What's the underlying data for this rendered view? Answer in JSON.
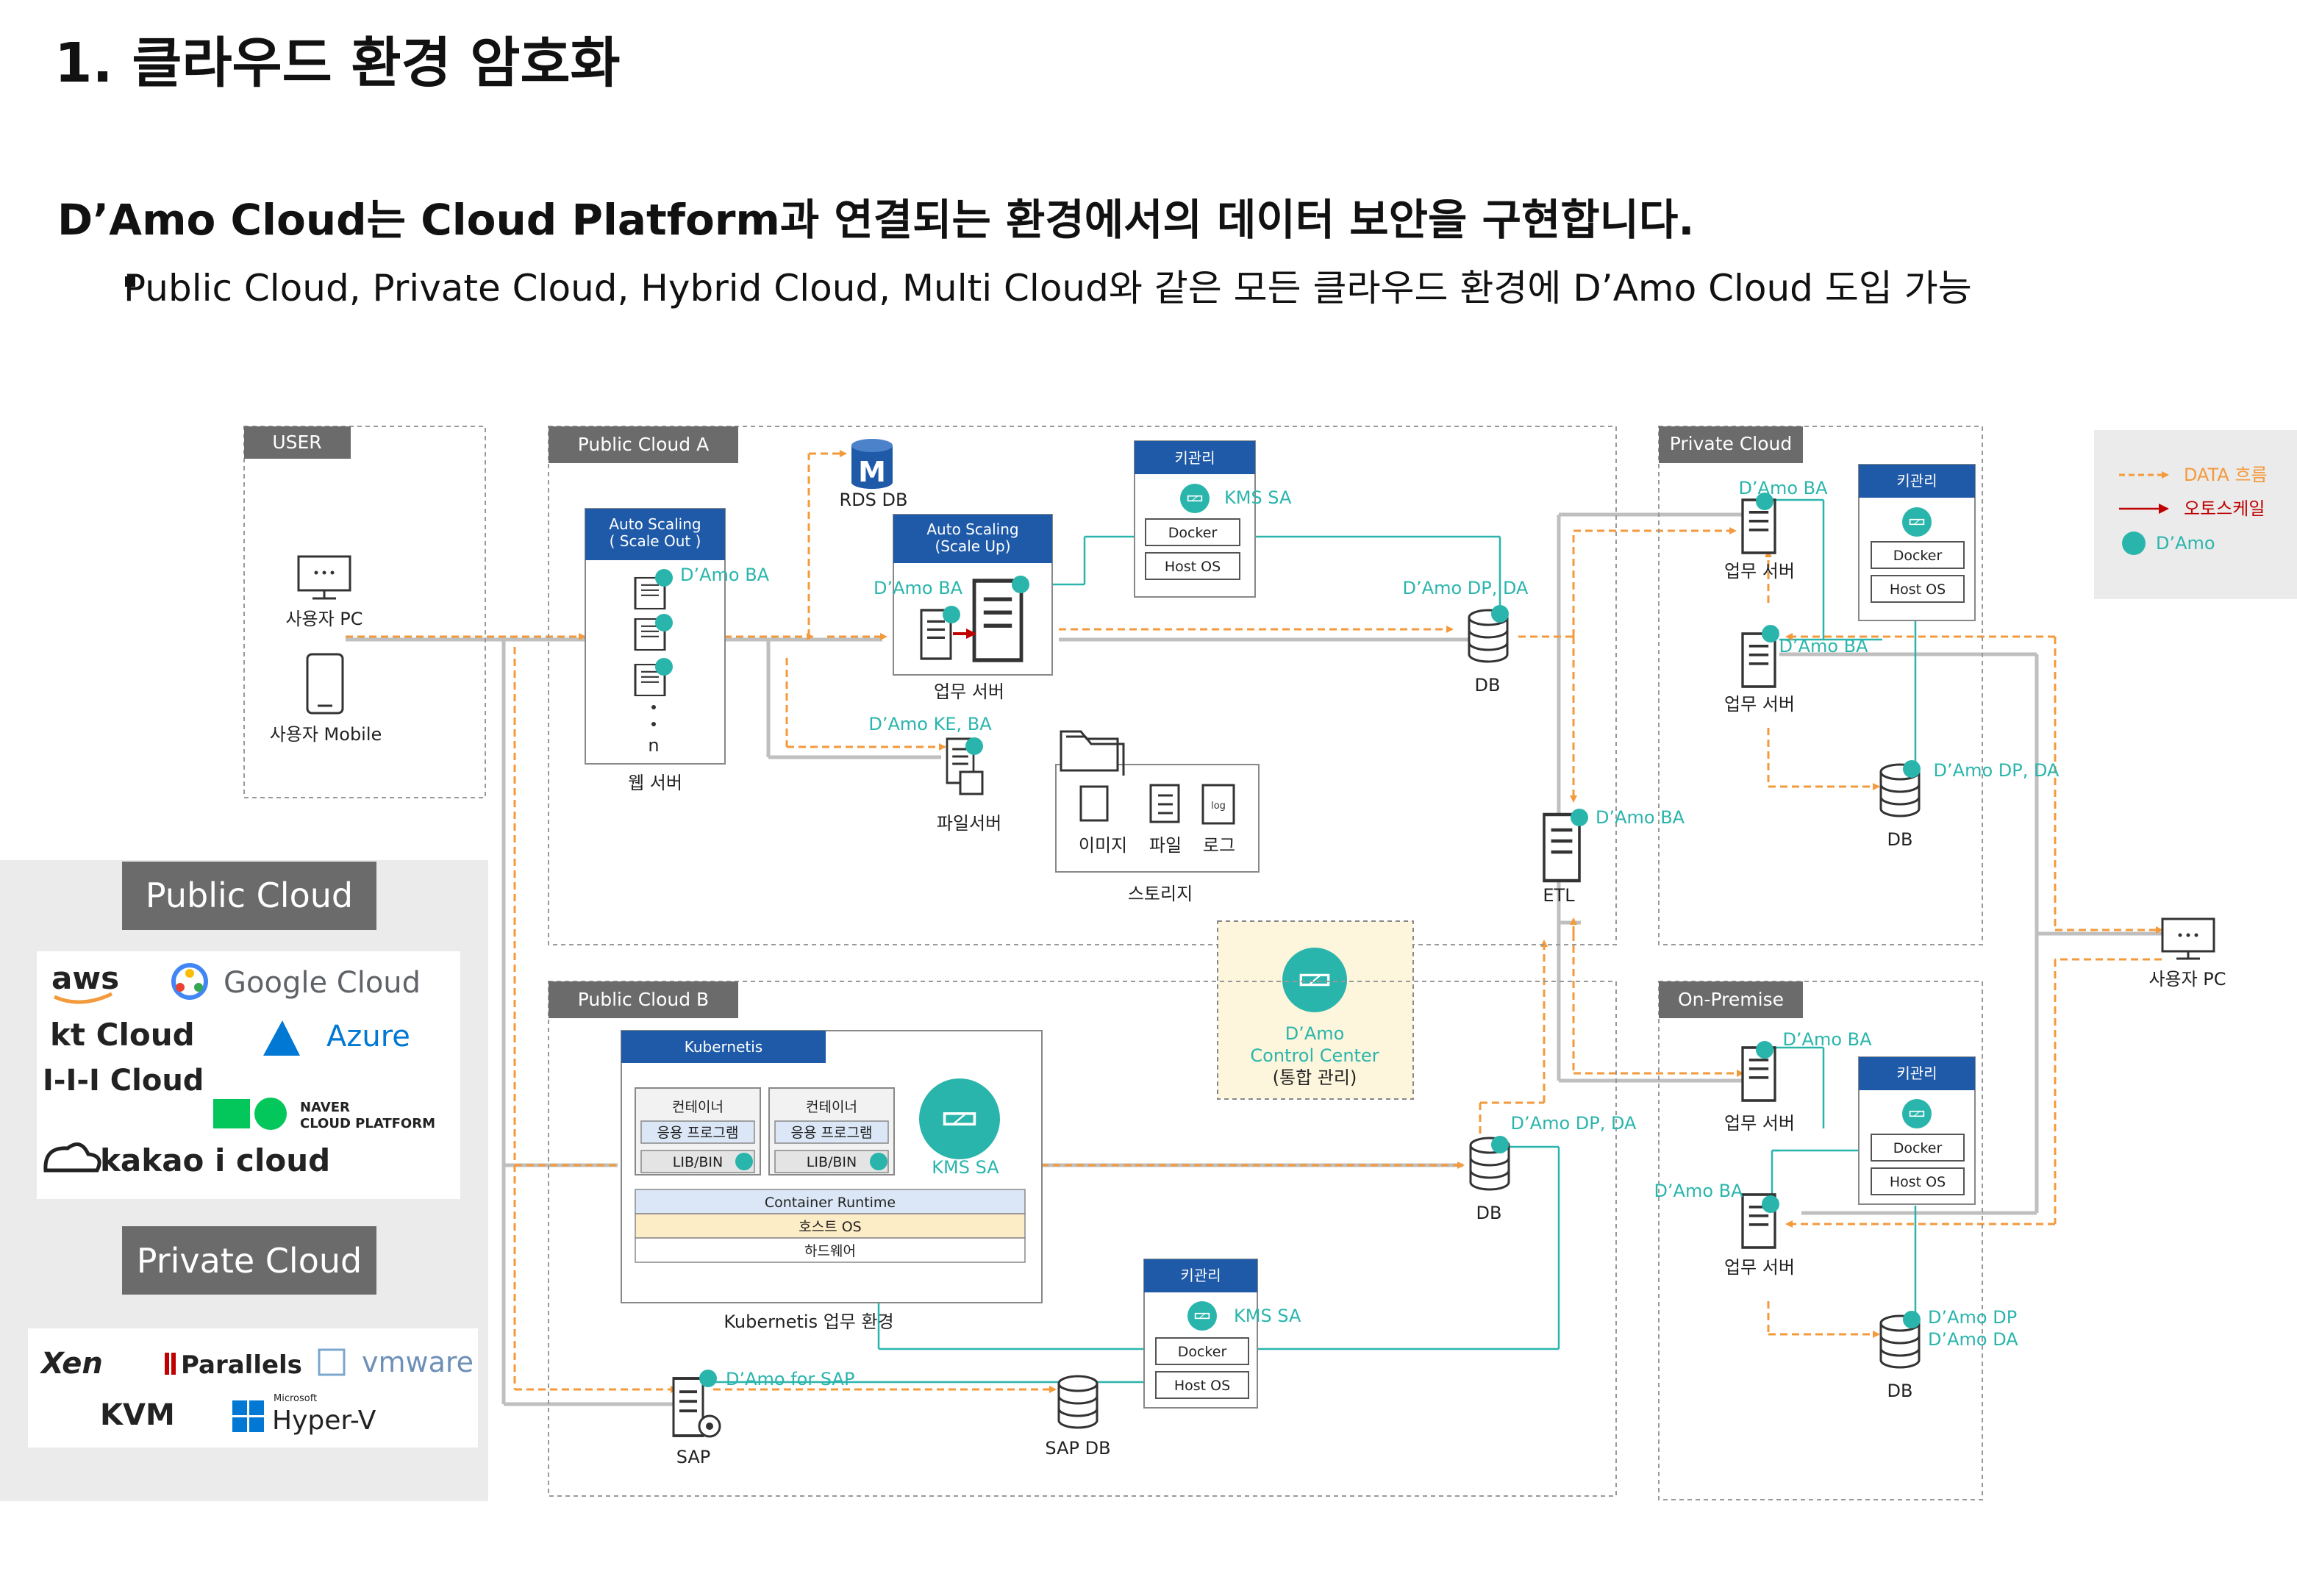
{
  "page": {
    "title": "1. 클라우드 환경 암호화",
    "headline": "D’Amo Cloud는 Cloud Platform과 연결되는 환경에서의 데이터 보안을 구현합니다.",
    "bullet": "Public Cloud, Private Cloud, Hybrid Cloud, Multi Cloud와 같은 모든 클라우드 환경에 D’Amo Cloud 도입 가능"
  },
  "colors": {
    "data_flow": "#f39a3c",
    "autoscale": "#c00000",
    "damo": "#2ab5ac",
    "header_gray": "#6b6b6b",
    "header_blue": "#1f5aa8",
    "line_gray": "#bfbfbf",
    "control_center_bg": "#fdf5dc"
  },
  "legend": {
    "data_flow": "DATA 흐름",
    "autoscale": "오토스케일",
    "damo": "D’Amo"
  },
  "user": {
    "header": "USER",
    "pc": "사용자 PC",
    "mobile": "사용자 Mobile",
    "pc_icon": "monitor-icon",
    "mobile_icon": "phone-icon"
  },
  "public_a": {
    "header": "Public Cloud A",
    "autoscale_out": [
      "Auto Scaling",
      "( Scale Out )"
    ],
    "web_n": "n",
    "web_server": "웹 서버",
    "web_ba": "D’Amo BA",
    "rds": "RDS DB",
    "rds_glyph": "M",
    "autoscale_up": [
      "Auto Scaling",
      "(Scale Up)"
    ],
    "app_ba": "D’Amo BA",
    "app_server": "업무 서버",
    "key_mgmt": "키관리",
    "kms_sa": "KMS SA",
    "docker": "Docker",
    "host_os": "Host OS",
    "db_label": "D’Amo DP, DA",
    "db": "DB",
    "file_label": "D’Amo KE, BA",
    "file_server": "파일서버",
    "storage_items": [
      "이미지",
      "파일",
      "로그"
    ],
    "log_glyph": "log",
    "storage": "스토리지",
    "etl_label": "D’Amo BA",
    "etl": "ETL"
  },
  "control_center": [
    "D’Amo",
    "Control Center",
    "(통합 관리)"
  ],
  "public_b": {
    "header": "Public Cloud B",
    "k8s": "Kubernetis",
    "container": "컨테이너",
    "app_program": "응용 프로그램",
    "lib": "LIB/BIN",
    "container_runtime": "Container Runtime",
    "host_os": "호스트 OS",
    "hardware": "하드웨어",
    "k8s_env": "Kubernetis 업무 환경",
    "kms_sa": "KMS SA",
    "db_label": "D’Amo DP, DA",
    "db": "DB",
    "key_mgmt": "키관리",
    "kms_sa2": "KMS SA",
    "docker": "Docker",
    "host_os2": "Host OS",
    "sap_label": "D’Amo for SAP",
    "sap": "SAP",
    "sap_db": "SAP DB"
  },
  "private": {
    "header": "Private Cloud",
    "ba1": "D’Amo BA",
    "server1": "업무 서버",
    "ba2": "D’Amo BA",
    "server2": "업무 서버",
    "key_mgmt": "키관리",
    "docker": "Docker",
    "host_os": "Host OS",
    "db_label": "D’Amo DP, DA",
    "db": "DB"
  },
  "onprem": {
    "header": "On-Premise",
    "ba1": "D’Amo BA",
    "server1": "업무 서버",
    "ba2": "D’Amo BA",
    "server2": "업무 서버",
    "key_mgmt": "키관리",
    "docker": "Docker",
    "host_os": "Host OS",
    "db_label1": "D’Amo DP",
    "db_label2": "D’Amo DA",
    "db": "DB"
  },
  "right_pc": "사용자 PC",
  "public_panel": {
    "title": "Public Cloud",
    "logos": [
      "aws",
      "Google Cloud",
      "kt Cloud",
      "Azure",
      "I-I-I Cloud",
      "NAVER",
      "CLOUD PLATFORM",
      "kakao i cloud"
    ]
  },
  "private_panel": {
    "title": "Private Cloud",
    "logos": [
      "Xen",
      "Parallels",
      "vmware",
      "KVM",
      "Microsoft",
      "Hyper-V"
    ]
  }
}
